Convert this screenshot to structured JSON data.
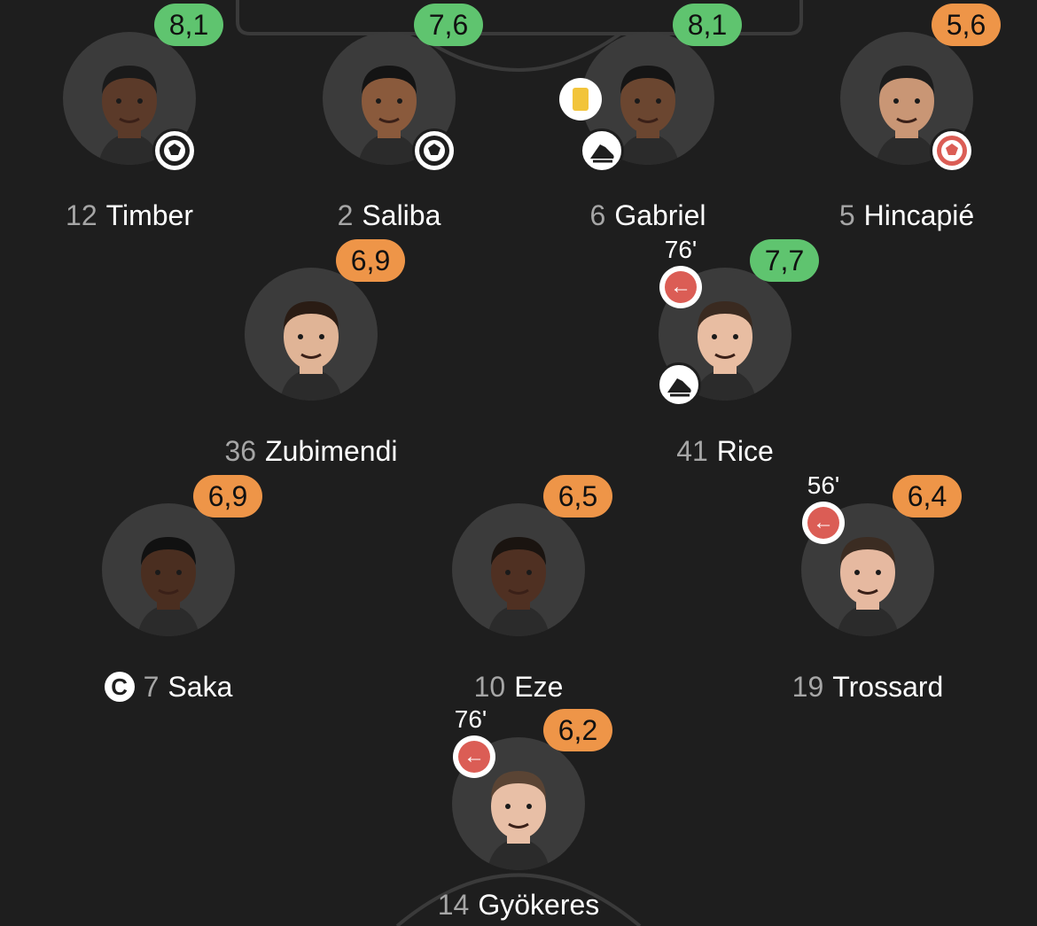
{
  "players": [
    {
      "id": "timber",
      "number": "12",
      "name": "Timber",
      "rating": "8,1",
      "rating_color": "#5fc46f",
      "goal_badge": "dark",
      "skin": "#5b3a29",
      "hair": "#1a1a1a"
    },
    {
      "id": "saliba",
      "number": "2",
      "name": "Saliba",
      "rating": "7,6",
      "rating_color": "#5fc46f",
      "goal_badge": "dark",
      "skin": "#8a5a3c",
      "hair": "#141414"
    },
    {
      "id": "gabriel",
      "number": "6",
      "name": "Gabriel",
      "rating": "8,1",
      "rating_color": "#5fc46f",
      "yellow_card": true,
      "assist_badge": true,
      "skin": "#6b4630",
      "hair": "#151515"
    },
    {
      "id": "hincapie",
      "number": "5",
      "name": "Hincapié",
      "rating": "5,6",
      "rating_color": "#ee9548",
      "goal_badge": "red",
      "skin": "#c99675",
      "hair": "#1c1c1c"
    },
    {
      "id": "zubimendi",
      "number": "36",
      "name": "Zubimendi",
      "rating": "6,9",
      "rating_color": "#ee9548",
      "skin": "#e0b496",
      "hair": "#2a1c14"
    },
    {
      "id": "rice",
      "number": "41",
      "name": "Rice",
      "rating": "7,7",
      "rating_color": "#5fc46f",
      "sub_minute": "76'",
      "assist_badge": true,
      "skin": "#e8bda2",
      "hair": "#3a2a20"
    },
    {
      "id": "saka",
      "number": "7",
      "name": "Saka",
      "rating": "6,9",
      "rating_color": "#ee9548",
      "captain": "C",
      "skin": "#4a2e20",
      "hair": "#111111"
    },
    {
      "id": "eze",
      "number": "10",
      "name": "Eze",
      "rating": "6,5",
      "rating_color": "#ee9548",
      "skin": "#4f3022",
      "hair": "#1a1410"
    },
    {
      "id": "trossard",
      "number": "19",
      "name": "Trossard",
      "rating": "6,4",
      "rating_color": "#ee9548",
      "sub_minute": "56'",
      "skin": "#e6b9a0",
      "hair": "#3b2c22"
    },
    {
      "id": "gyokeres",
      "number": "14",
      "name": "Gyökeres",
      "rating": "6,2",
      "rating_color": "#ee9548",
      "sub_minute": "76'",
      "skin": "#e8bfa6",
      "hair": "#5a4434"
    }
  ]
}
